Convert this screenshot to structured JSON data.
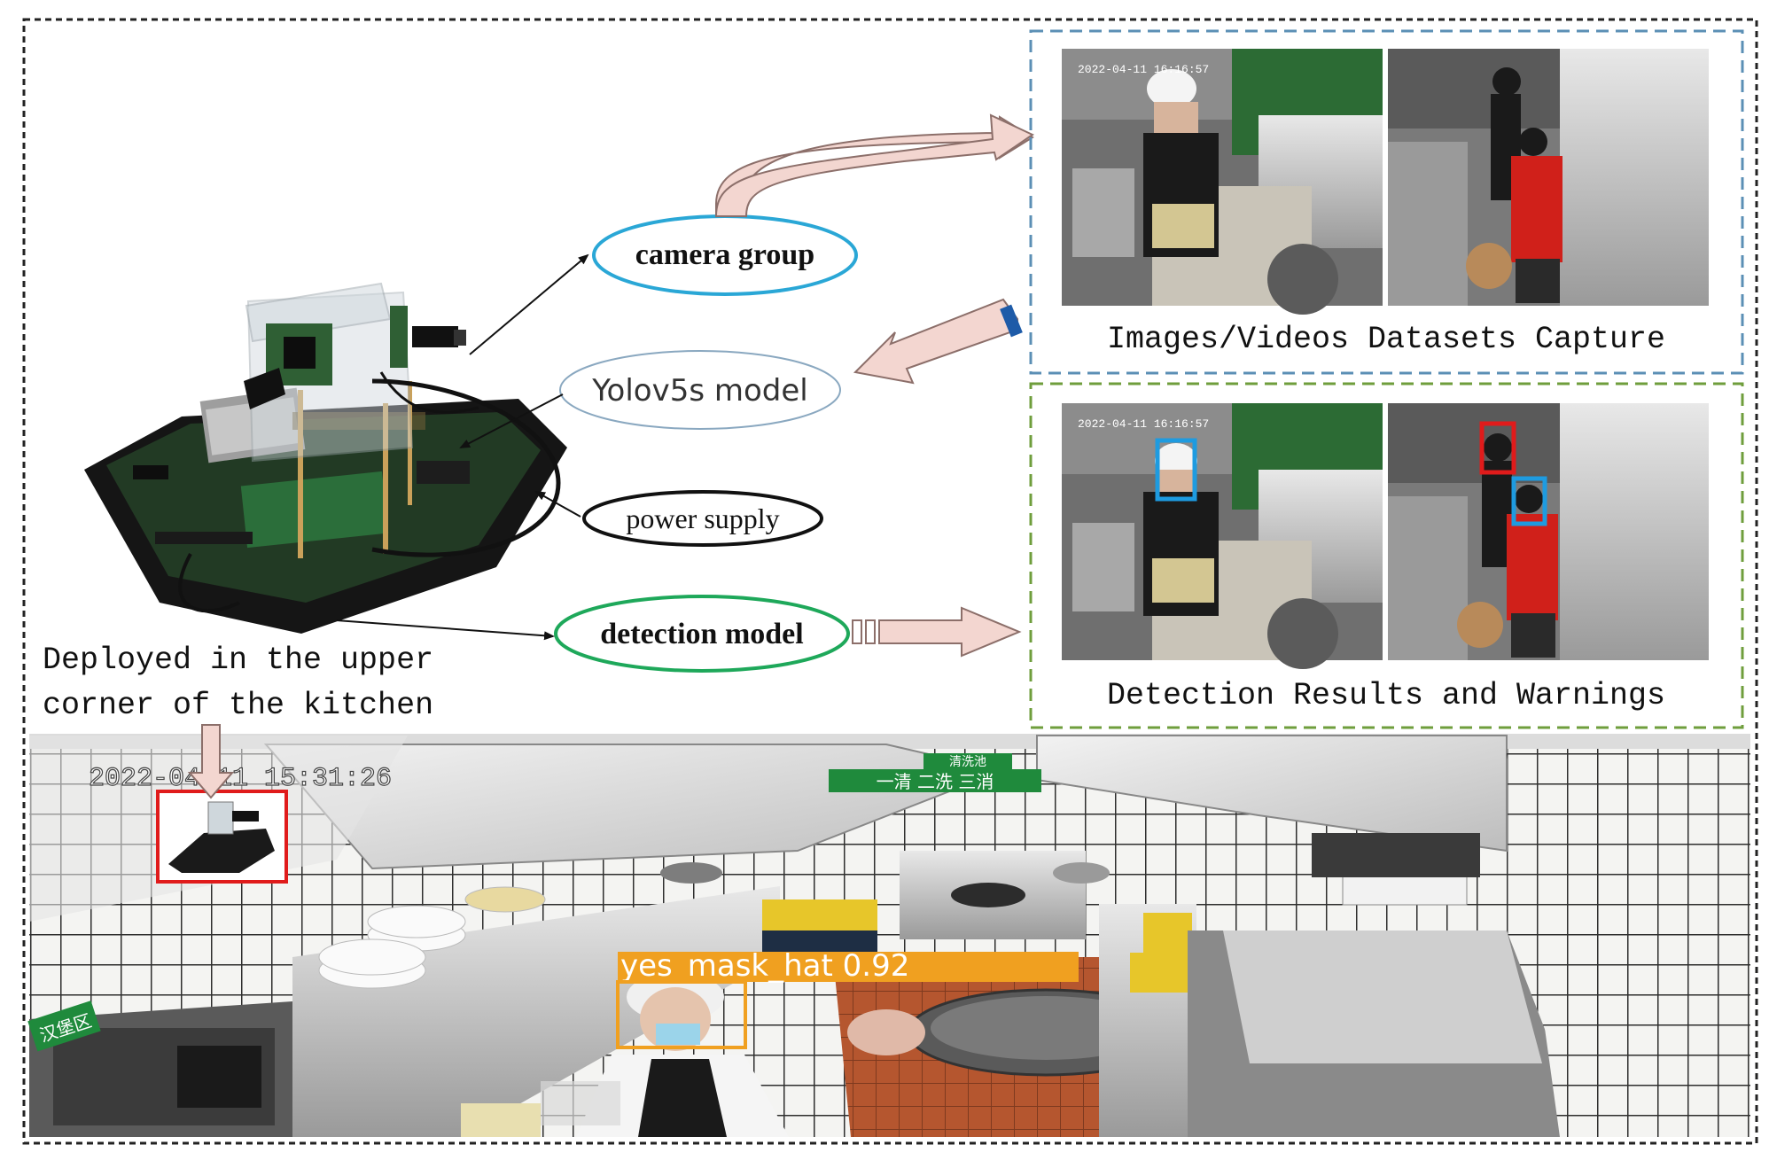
{
  "nodes": {
    "camera_group": "camera group",
    "yolo_model": "Yolov5s model",
    "power_supply": "power supply",
    "detection_model": "detection model"
  },
  "captions": {
    "deployed_line1": "Deployed in the upper",
    "deployed_line2": "corner of the kitchen",
    "capture": "Images/Videos Datasets Capture",
    "results": "Detection Results and Warnings"
  },
  "scene": {
    "timestamp": "2022-04-11 15:31:26",
    "detection_label": "yes_mask_hat 0.92",
    "sign_top": "清洗池",
    "sign_main": "一清 二洗 三消",
    "sign_left": "汉堡区",
    "feed_timestamp": "2022-04-11 16:16:57"
  },
  "colors": {
    "camera_ellipse": "#2aa7d6",
    "yolo_ellipse": "#8aa8c0",
    "power_ellipse": "#111111",
    "detection_ellipse": "#1ea85a",
    "capture_border": "#5b8fb5",
    "results_border": "#6f9e3c",
    "arrow_fill": "#f3d6d0",
    "arrow_stroke": "#8c6f6a",
    "blue_box": "#1e9be0",
    "red_box": "#e01b1b",
    "orange_box": "#f0a020"
  }
}
